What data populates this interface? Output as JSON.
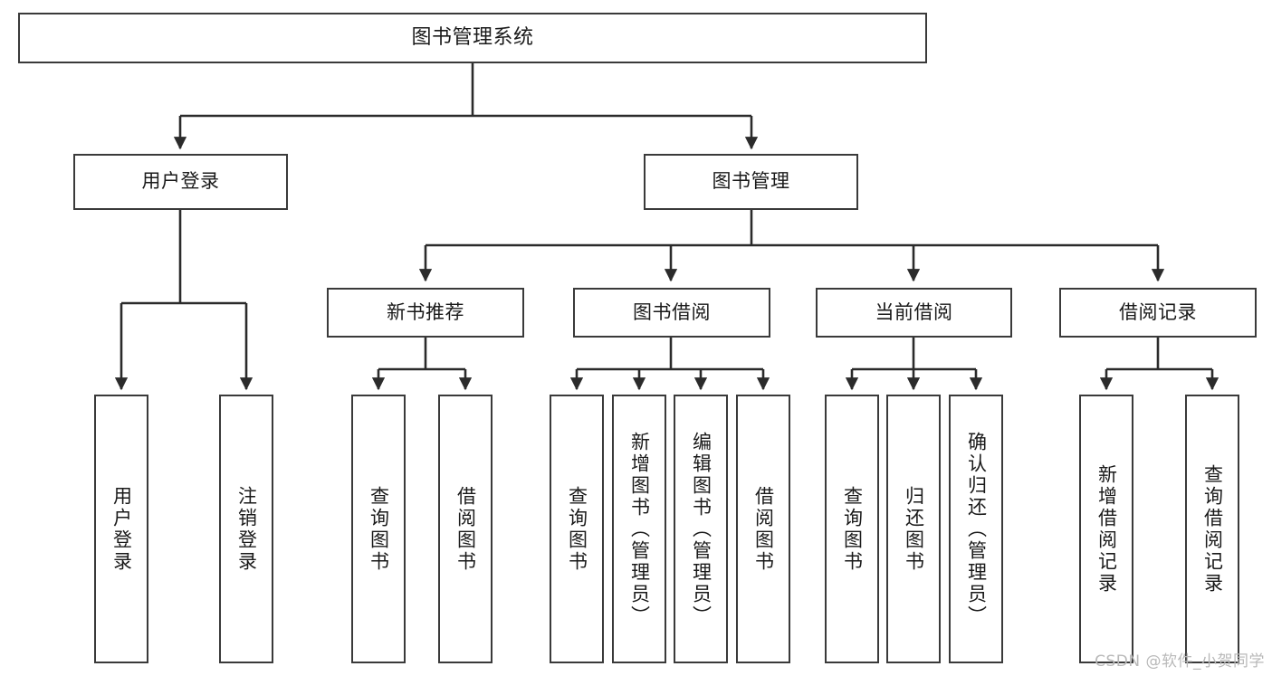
{
  "diagram": {
    "type": "tree",
    "title": "图书管理系统",
    "watermark": "CSDN @软件_小贺同学",
    "colors": {
      "border": "#3a3a3a",
      "background": "#ffffff",
      "text": "#1a1a1a",
      "watermark": "#b9b9b9"
    },
    "nodes": {
      "root": "图书管理系统",
      "l2": [
        "用户登录",
        "图书管理"
      ],
      "l3": [
        "新书推荐",
        "图书借阅",
        "当前借阅",
        "借阅记录"
      ],
      "leaves": {
        "user_login": [
          "用户登录",
          "注销登录"
        ],
        "new_book": [
          "查询图书",
          "借阅图书"
        ],
        "book_borrow": [
          "查询图书",
          "新增图书（管理员）",
          "编辑图书（管理员）",
          "借阅图书"
        ],
        "current_borrow": [
          "查询图书",
          "归还图书",
          "确认归还（管理员）"
        ],
        "borrow_record": [
          "新增借阅记录",
          "查询借阅记录"
        ]
      }
    }
  }
}
